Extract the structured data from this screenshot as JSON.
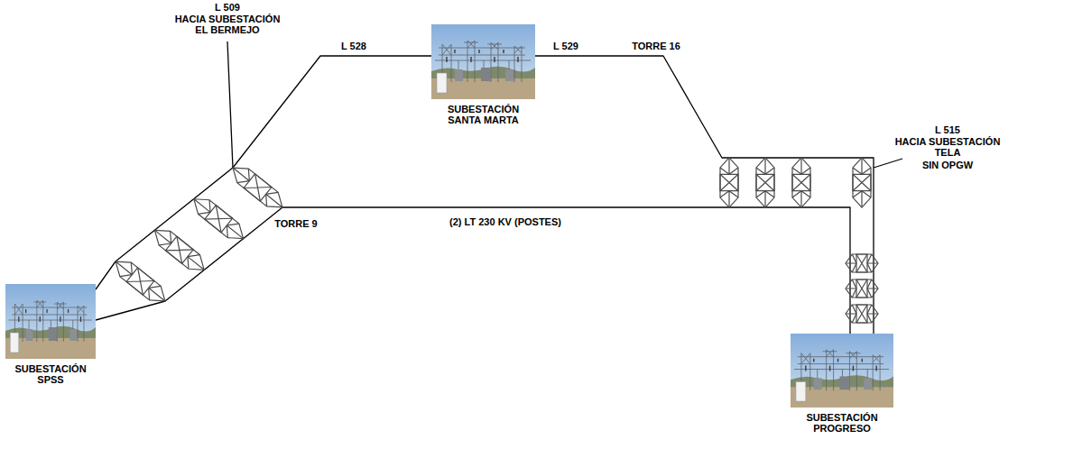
{
  "diagram": {
    "nodes": [
      {
        "text": [
          "SUBESTACIÓN SANTA MARTA"
        ]
      },
      {
        "text": [
          "SUBESTACIÓN SPSS"
        ]
      },
      {
        "text": [
          "SUBESTACIÓN PROGRESO"
        ]
      }
    ],
    "edges": [
      {
        "from": 1,
        "to": 0,
        "arrow": "none",
        "label": "L 528"
      },
      {
        "from": 0,
        "to": 2,
        "arrow": "none",
        "label": "L 529"
      },
      {
        "from": 1,
        "to": 2,
        "arrow": "none",
        "label": "(2) LT 230 KV (POSTES)"
      }
    ],
    "labels": [
      "L 509",
      "HACIA SUBESTACIÓN EL BERMEJO",
      "TORRE 9",
      "TORRE 16",
      "L 515",
      "HACIA SUBESTACIÓN TELA",
      "SIN OPGW"
    ]
  }
}
